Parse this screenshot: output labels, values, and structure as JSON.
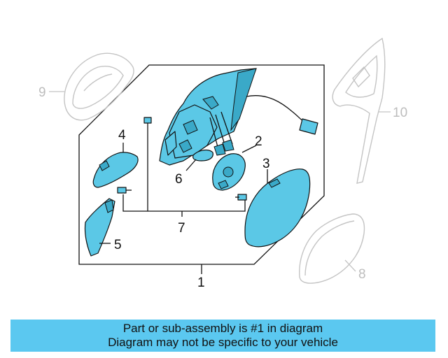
{
  "callouts": {
    "c1": "1",
    "c2": "2",
    "c3": "3",
    "c4": "4",
    "c5": "5",
    "c6": "6",
    "c7": "7",
    "c8": "8",
    "c9": "9",
    "c10": "10"
  },
  "footer": {
    "line1": "Part or sub-assembly is #1 in diagram",
    "line2": "Diagram may not be specific to your vehicle"
  },
  "colors": {
    "highlight": "#5bc8e6",
    "banner": "#5bc8f0",
    "ghost": "#c4c4c4"
  }
}
